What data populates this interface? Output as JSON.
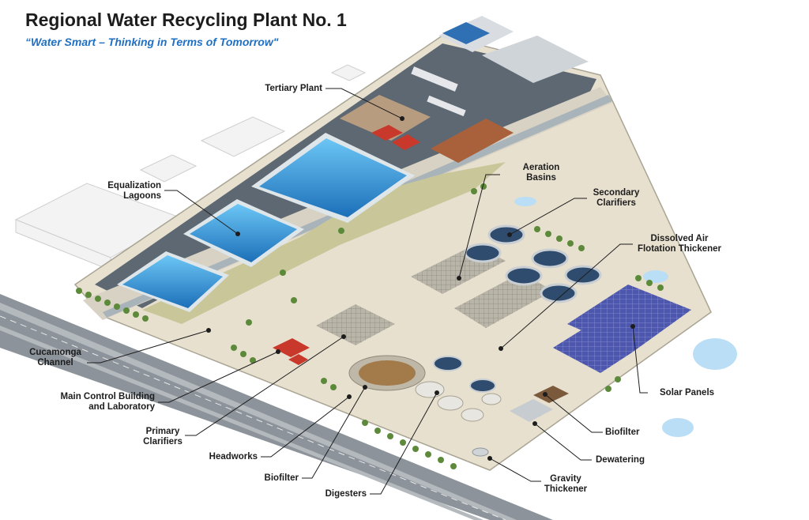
{
  "header": {
    "title": "Regional Water Recycling Plant No. 1",
    "subtitle": "“Water Smart – Thinking in Terms of Tomorrow\""
  },
  "labels": {
    "tertiary_plant": "Tertiary Plant",
    "equalization_lagoons": "Equalization\nLagoons",
    "aeration_basins": "Aeration\nBasins",
    "secondary_clarifiers": "Secondary\nClarifiers",
    "dissolved_air_flotation_thickener": "Dissolved Air\nFlotation Thickener",
    "solar_panels": "Solar Panels",
    "cucamonga_channel": "Cucamonga\nChannel",
    "main_control_building": "Main Control Building\nand Laboratory",
    "primary_clarifiers": "Primary\nClarifiers",
    "headworks": "Headworks",
    "biofilter_left": "Biofilter",
    "digesters": "Digesters",
    "gravity_thickener": "Gravity\nThickener",
    "dewatering": "Dewatering",
    "biofilter_right": "Biofilter"
  },
  "colors": {
    "water": "#3aa6e8",
    "ground": "#e7e0cf",
    "pavement": "#5d6873",
    "grass": "#c9c79a",
    "solar": "#4a55a8",
    "tree": "#5d8a3a",
    "roof_red": "#c8392b"
  }
}
